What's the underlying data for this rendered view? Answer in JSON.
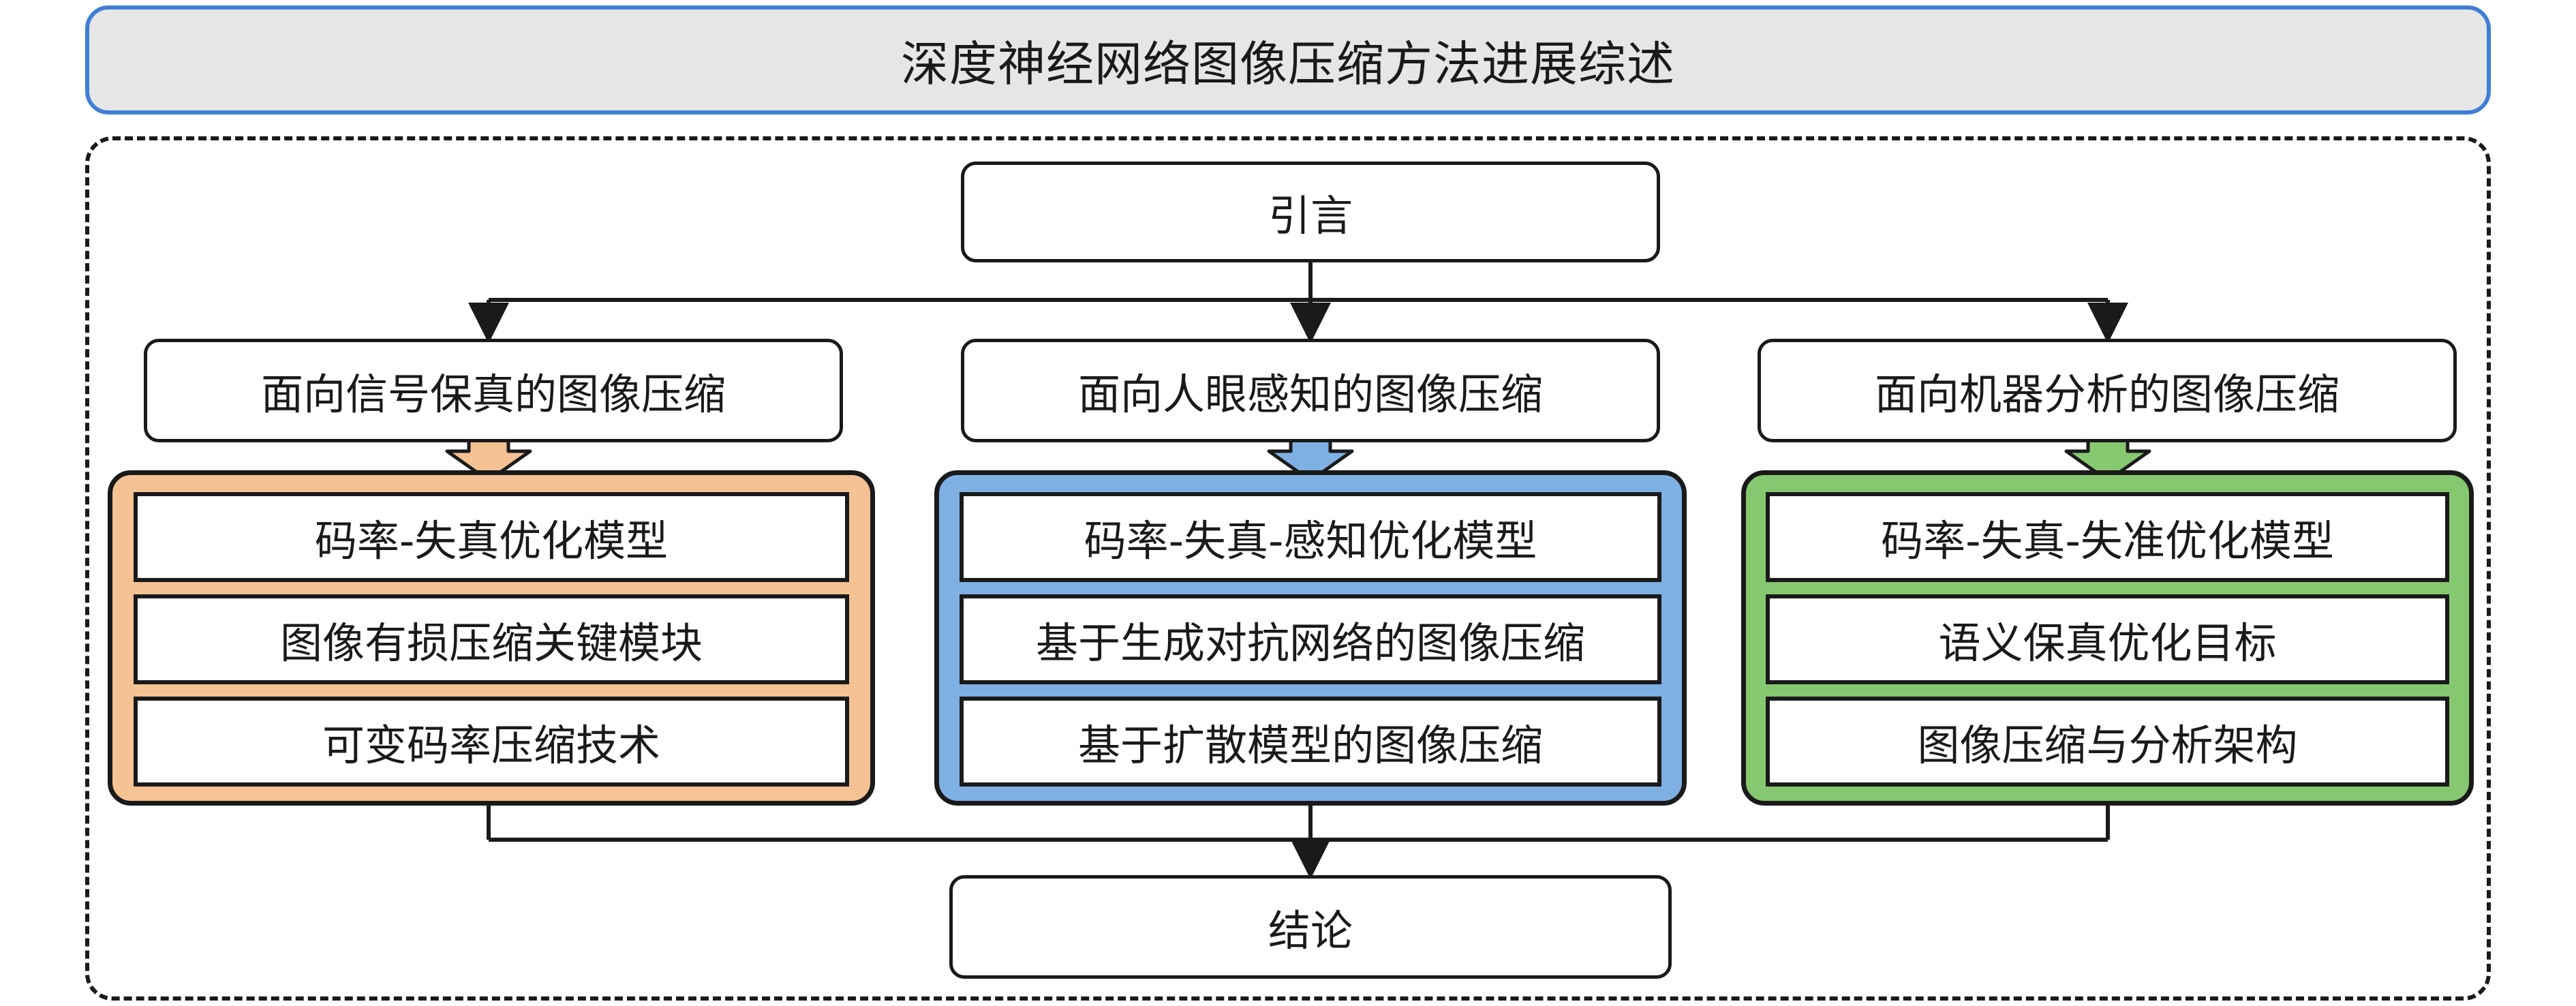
{
  "title": "深度神经网络图像压缩方法进展综述",
  "intro": "引言",
  "conclusion": "结论",
  "branches": [
    {
      "label": "面向信号保真的图像压缩",
      "color": "#f5c294",
      "items": [
        "码率-失真优化模型",
        "图像有损压缩关键模块",
        "可变码率压缩技术"
      ]
    },
    {
      "label": "面向人眼感知的图像压缩",
      "color": "#7eb0e3",
      "items": [
        "码率-失真-感知优化模型",
        "基于生成对抗网络的图像压缩",
        "基于扩散模型的图像压缩"
      ]
    },
    {
      "label": "面向机器分析的图像压缩",
      "color": "#86c870",
      "items": [
        "码率-失真-失准优化模型",
        "语义保真优化目标",
        "图像压缩与分析架构"
      ]
    }
  ]
}
